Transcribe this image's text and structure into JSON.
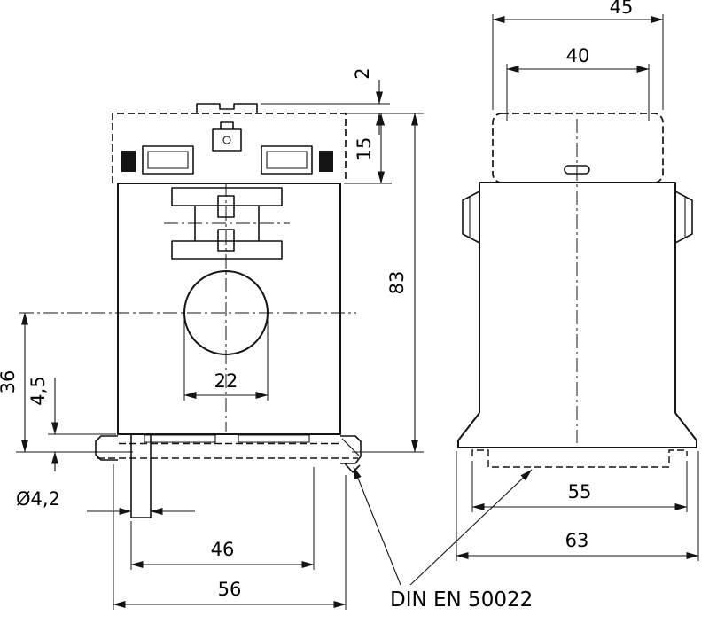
{
  "drawing": {
    "din_rail_label": "DIN EN 50022",
    "dims": {
      "step": "2",
      "cover": "15",
      "height": "83",
      "center_base": "36",
      "offset": "4,5",
      "hole": "Ø4,2",
      "window": "22",
      "feet": "46",
      "width": "56",
      "cap_outer": "45",
      "cap_inner": "40",
      "rail": "55",
      "base": "63"
    }
  }
}
